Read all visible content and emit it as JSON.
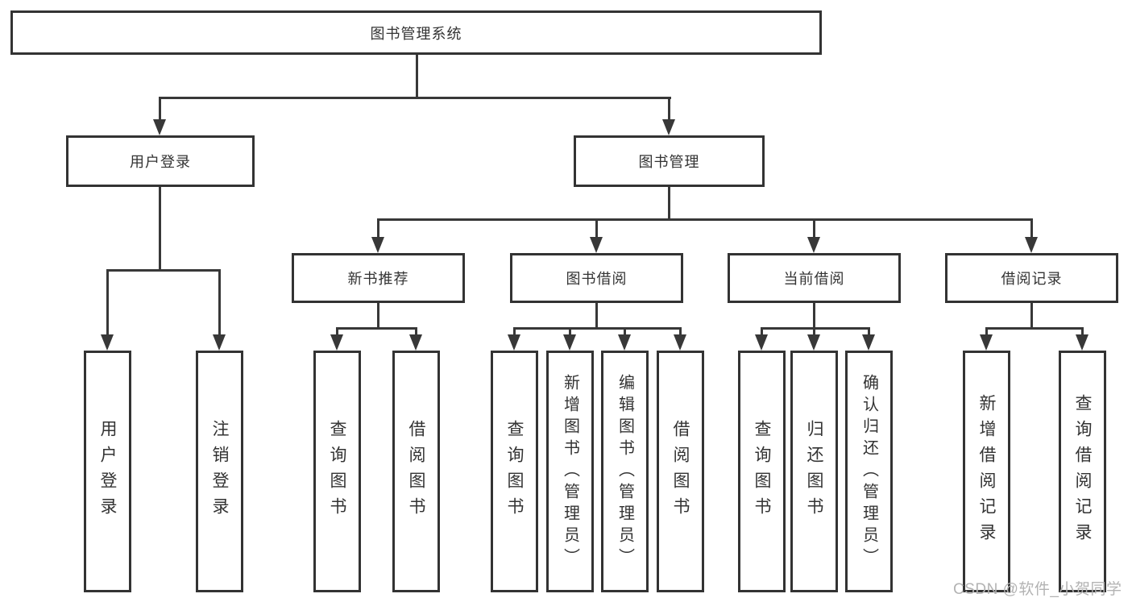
{
  "tree": {
    "label": "图书管理系统",
    "children": [
      {
        "label": "用户登录",
        "children": [
          {
            "label": "用户登录"
          },
          {
            "label": "注销登录"
          }
        ]
      },
      {
        "label": "图书管理",
        "children": [
          {
            "label": "新书推荐",
            "children": [
              {
                "label": "查询图书"
              },
              {
                "label": "借阅图书"
              }
            ]
          },
          {
            "label": "图书借阅",
            "children": [
              {
                "label": "查询图书"
              },
              {
                "label": "新增图书（管理员）"
              },
              {
                "label": "编辑图书（管理员）"
              },
              {
                "label": "借阅图书"
              }
            ]
          },
          {
            "label": "当前借阅",
            "children": [
              {
                "label": "查询图书"
              },
              {
                "label": "归还图书"
              },
              {
                "label": "确认归还（管理员）"
              }
            ]
          },
          {
            "label": "借阅记录",
            "children": [
              {
                "label": "新增借阅记录"
              },
              {
                "label": "查询借阅记录"
              }
            ]
          }
        ]
      }
    ]
  },
  "watermark": {
    "text": "CSDN @软件_小贺同学"
  },
  "colors": {
    "line": "#383838",
    "box_border": "#333333",
    "text": "#333333",
    "watermark": "#b3b3b3",
    "background": "#ffffff"
  }
}
